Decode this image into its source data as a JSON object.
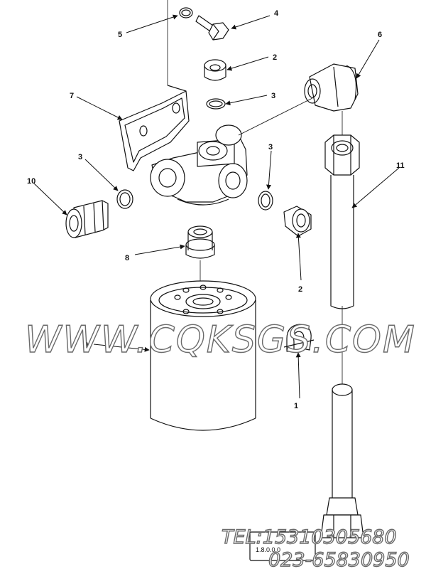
{
  "watermark": {
    "site": "WWW.CQKSGS.COM",
    "tel": "TEL:15310305680",
    "tel2": "023-65830950"
  },
  "plate_text": "1.8.0.0.0",
  "callouts": [
    {
      "id": "c5",
      "text": "5"
    },
    {
      "id": "c4",
      "text": "4"
    },
    {
      "id": "c2a",
      "text": "2"
    },
    {
      "id": "c6",
      "text": "6"
    },
    {
      "id": "c7",
      "text": "7"
    },
    {
      "id": "c3a",
      "text": "3"
    },
    {
      "id": "c3b",
      "text": "3"
    },
    {
      "id": "c3c",
      "text": "3"
    },
    {
      "id": "c10",
      "text": "10"
    },
    {
      "id": "c11",
      "text": "11"
    },
    {
      "id": "c8",
      "text": "8"
    },
    {
      "id": "c2b",
      "text": "2"
    },
    {
      "id": "c9",
      "text": "9"
    },
    {
      "id": "c1",
      "text": "1"
    }
  ]
}
